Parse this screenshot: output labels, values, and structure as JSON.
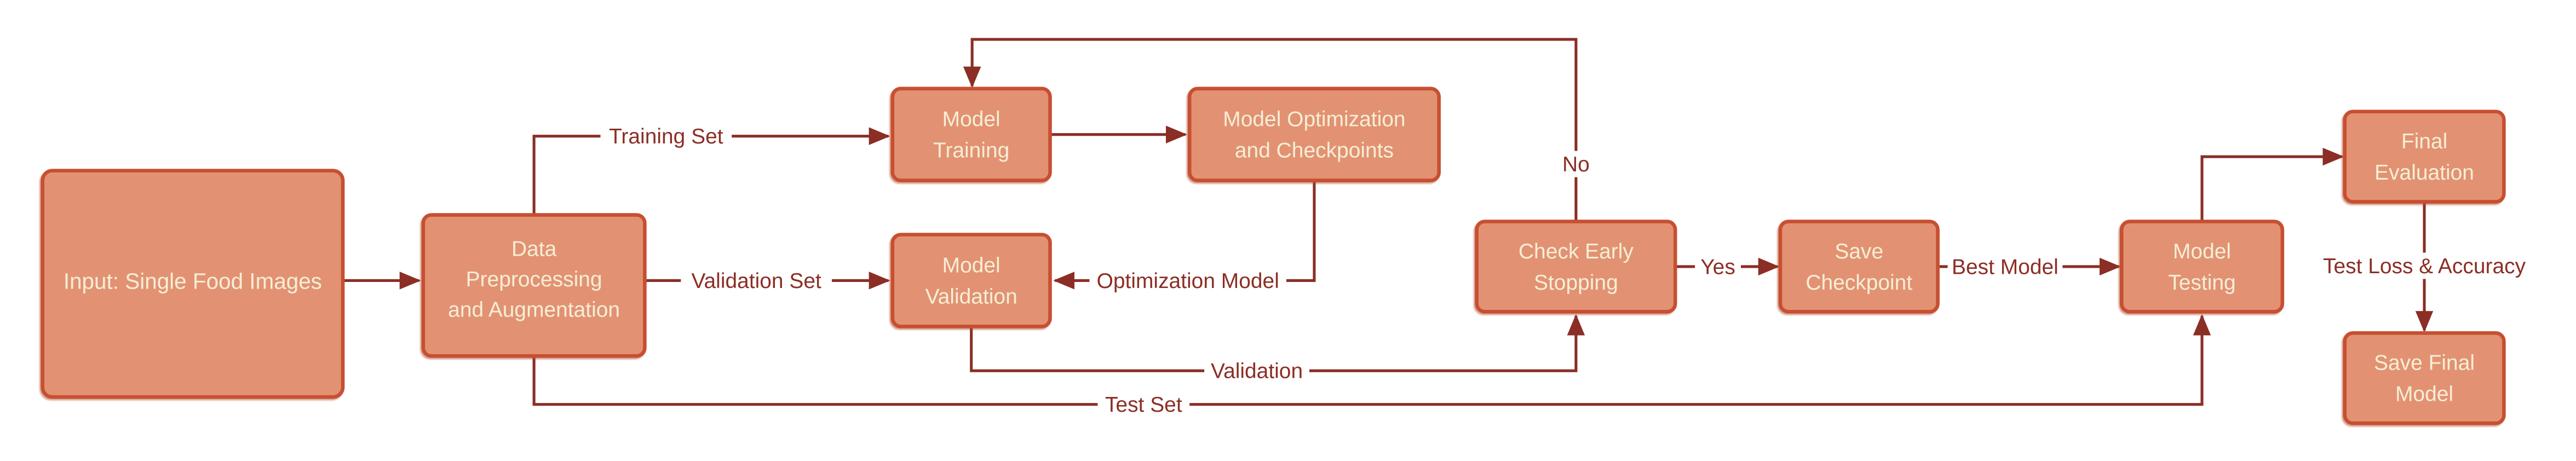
{
  "diagram": {
    "title": "Model training pipeline flowchart",
    "colors": {
      "background": "#ffffff",
      "node_fill": "#e29272",
      "node_border": "#c75031",
      "node_text": "#f6eed7",
      "edge_line": "#8b2e25",
      "edge_label_text": "#8b2e25"
    },
    "nodes": {
      "input": {
        "label": "Input: Single Food Images",
        "lines": [
          "Input: Single Food Images"
        ]
      },
      "preprocess": {
        "label": "Data Preprocessing and Augmentation",
        "lines": [
          "Data",
          "Preprocessing",
          "and Augmentation"
        ]
      },
      "training": {
        "label": "Model Training",
        "lines": [
          "Model",
          "Training"
        ]
      },
      "optimization": {
        "label": "Model Optimization and Checkpoints",
        "lines": [
          "Model Optimization",
          "and Checkpoints"
        ]
      },
      "validation": {
        "label": "Model Validation",
        "lines": [
          "Model",
          "Validation"
        ]
      },
      "early_stopping": {
        "label": "Check Early Stopping",
        "lines": [
          "Check Early",
          "Stopping"
        ]
      },
      "save_checkpoint": {
        "label": "Save Checkpoint",
        "lines": [
          "Save",
          "Checkpoint"
        ]
      },
      "testing": {
        "label": "Model Testing",
        "lines": [
          "Model",
          "Testing"
        ]
      },
      "final_evaluation": {
        "label": "Final Evaluation",
        "lines": [
          "Final",
          "Evaluation"
        ]
      },
      "save_final": {
        "label": "Save Final Model",
        "lines": [
          "Save Final",
          "Model"
        ]
      }
    },
    "edge_labels": {
      "training_set": "Training Set",
      "validation_set": "Validation Set",
      "optimization_model": "Optimization Model",
      "validation": "Validation",
      "test_set": "Test Set",
      "no": "No",
      "yes": "Yes",
      "best_model": "Best Model",
      "test_loss": "Test Loss & Accuracy"
    }
  }
}
